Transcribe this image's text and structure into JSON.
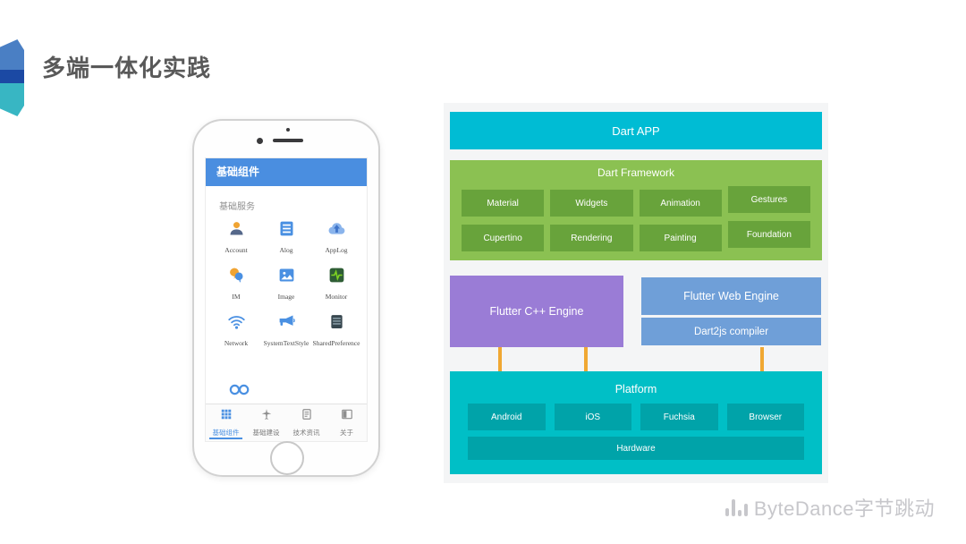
{
  "title": "多端一体化实践",
  "footer_logo": {
    "brand": "ByteDance",
    "brand_cn": "字节跳动"
  },
  "phone": {
    "app_header": "基础组件",
    "section_title": "基础服务",
    "grid_items": [
      {
        "label": "Account",
        "icon": "account-icon"
      },
      {
        "label": "Alog",
        "icon": "alog-icon"
      },
      {
        "label": "AppLog",
        "icon": "applog-icon"
      },
      {
        "label": "IM",
        "icon": "im-icon"
      },
      {
        "label": "Image",
        "icon": "image-icon"
      },
      {
        "label": "Monitor",
        "icon": "monitor-icon"
      },
      {
        "label": "Network",
        "icon": "network-icon"
      },
      {
        "label": "SystemTextStyle",
        "icon": "system-text-style-icon"
      },
      {
        "label": "SharedPreference",
        "icon": "shared-preference-icon"
      }
    ],
    "tabs": [
      {
        "label": "基础组件",
        "active": true
      },
      {
        "label": "基础建设",
        "active": false
      },
      {
        "label": "技术资讯",
        "active": false
      },
      {
        "label": "关于",
        "active": false
      }
    ]
  },
  "diagram": {
    "dart_app_label": "Dart APP",
    "framework": {
      "title": "Dart Framework",
      "blocks": [
        "Material",
        "Widgets",
        "Animation",
        "Gestures",
        "Cupertino",
        "Rendering",
        "Painting",
        "Foundation"
      ]
    },
    "engine_label": "Flutter C++ Engine",
    "web_engine_label": "Flutter Web Engine",
    "compiler_label": "Dart2js compiler",
    "platform": {
      "title": "Platform",
      "blocks": [
        "Android",
        "iOS",
        "Fuchsia",
        "Browser"
      ],
      "hardware_label": "Hardware"
    },
    "colors": {
      "dart_app": "#00bcd4",
      "framework": "#8bc152",
      "framework_block": "#68a33b",
      "engine": "#9a7cd6",
      "web_engine": "#6f9fd8",
      "platform": "#00bfc6",
      "platform_block": "#00a3a9",
      "arrow": "#f0a833",
      "phone_header": "#4a8ee0"
    }
  }
}
